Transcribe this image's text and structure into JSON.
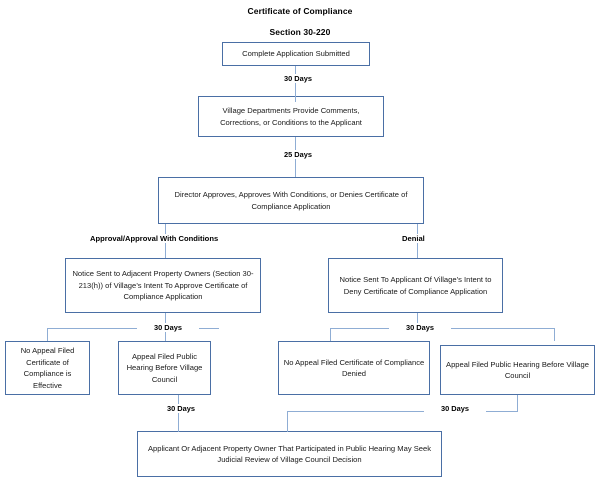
{
  "header": {
    "title": "Certificate of Compliance",
    "subtitle": "Section 30-220"
  },
  "colors": {
    "box_border": "#4a6fa5",
    "connector": "#8fadd4",
    "text": "#1a1a1a",
    "background": "#ffffff"
  },
  "nodes": {
    "application": "Complete Application Submitted",
    "village_departments": "Village Departments Provide Comments, Corrections, or Conditions to the Applicant",
    "director_decision": "Director Approves, Approves With Conditions, or Denies Certificate of Compliance Application",
    "notice_approve": "Notice Sent to Adjacent Property Owners (Section 30-213(h)) of Village’s Intent To Approve Certificate of Compliance Application",
    "notice_deny": "Notice Sent To Applicant Of Village’s Intent to Deny Certificate of Compliance Application",
    "no_appeal_effective": "No Appeal Filed Certificate of Compliance is Effective",
    "appeal_hearing_left": "Appeal Filed  Public Hearing Before Village Council",
    "no_appeal_denied": "No Appeal Filed Certificate of Compliance Denied",
    "appeal_hearing_right": "Appeal Filed Public Hearing Before Village Council",
    "judicial_review": "Applicant Or Adjacent Property Owner That Participated in Public Hearing May Seek Judicial Review of Village Council Decision"
  },
  "branch_labels": {
    "approval": "Approval/Approval With Conditions",
    "denial": "Denial"
  },
  "durations": {
    "d1": "30 Days",
    "d2": "25 Days",
    "d3": "30 Days",
    "d4": "30 Days",
    "d5": "30 Days",
    "d6": "30 Days"
  }
}
